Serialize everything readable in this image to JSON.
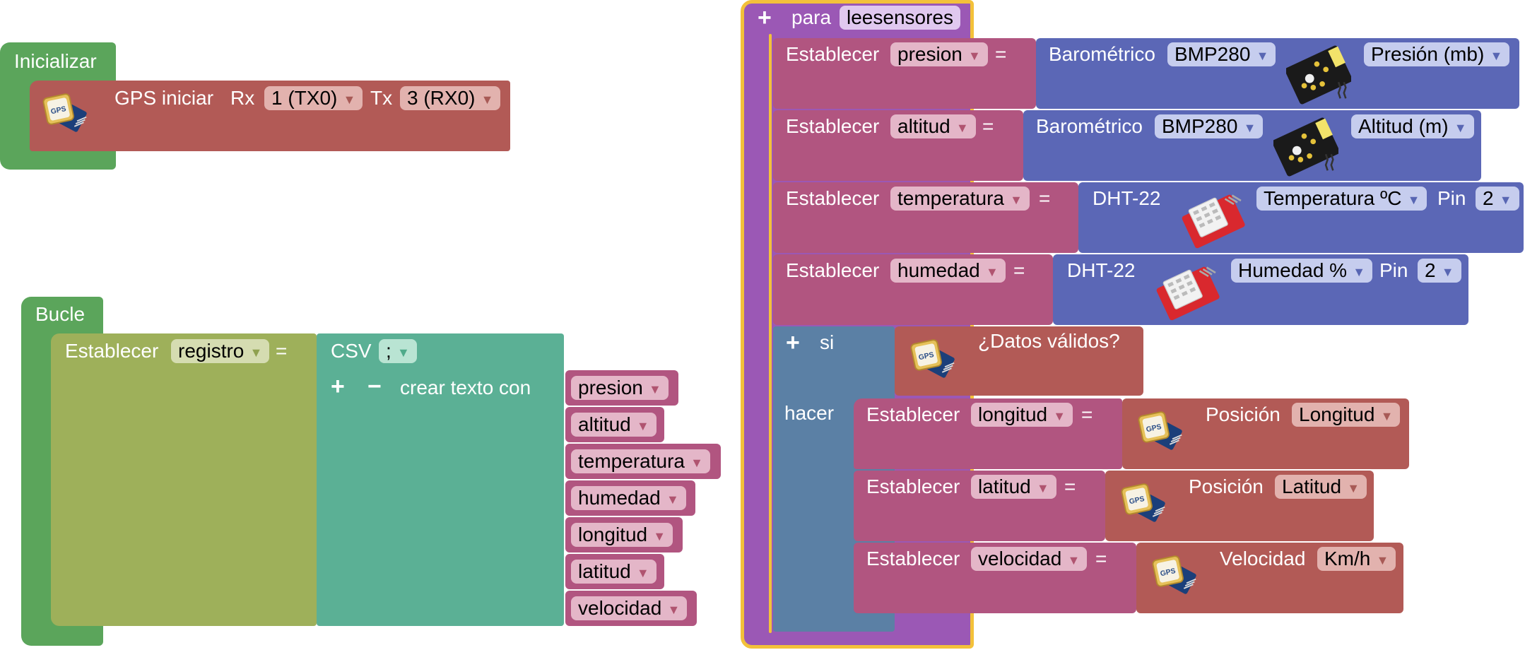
{
  "init_block": {
    "hat_label": "Inicializar",
    "gps": {
      "label": "GPS iniciar",
      "rx_label": "Rx",
      "rx_value": "1 (TX0)",
      "tx_label": "Tx",
      "tx_value": "3 (RX0)"
    }
  },
  "loop_block": {
    "hat_label": "Bucle",
    "set_label": "Establecer",
    "var_name": "registro",
    "equals": "=",
    "csv_label": "CSV",
    "csv_separator": ";",
    "plus": "+",
    "minus": "−",
    "create_text_label": "crear texto con",
    "items": [
      "presion",
      "altitud",
      "temperatura",
      "humedad",
      "longitud",
      "latitud",
      "velocidad"
    ]
  },
  "procedure": {
    "keyword": "para",
    "name": "leesensores",
    "plus": "+",
    "rows": [
      {
        "set": "Establecer",
        "var": "presion",
        "eq": "=",
        "sensor": "Barométrico",
        "model": "BMP280",
        "measure": "Presión (mb)"
      },
      {
        "set": "Establecer",
        "var": "altitud",
        "eq": "=",
        "sensor": "Barométrico",
        "model": "BMP280",
        "measure": "Altitud (m)"
      },
      {
        "set": "Establecer",
        "var": "temperatura",
        "eq": "=",
        "sensor": "DHT-22",
        "measure": "Temperatura ºC",
        "pin_label": "Pin",
        "pin": "2"
      },
      {
        "set": "Establecer",
        "var": "humedad",
        "eq": "=",
        "sensor": "DHT-22",
        "measure": "Humedad %",
        "pin_label": "Pin",
        "pin": "2"
      }
    ],
    "if_block": {
      "plus": "+",
      "if_label": "si",
      "condition": "¿Datos válidos?",
      "do_label": "hacer",
      "rows": [
        {
          "set": "Establecer",
          "var": "longitud",
          "eq": "=",
          "label": "Posición",
          "value": "Longitud"
        },
        {
          "set": "Establecer",
          "var": "latitud",
          "eq": "=",
          "label": "Posición",
          "value": "Latitud"
        },
        {
          "set": "Establecer",
          "var": "velocidad",
          "eq": "=",
          "label": "Velocidad",
          "value": "Km/h"
        }
      ]
    }
  },
  "gps_chip_text": "GPS",
  "colors": {
    "events": "#5ba55b",
    "variables": "#b15580",
    "gps": "#b25a56",
    "sensors": "#5b67b6",
    "text": "#5bb095",
    "procedure": "#9b58b5",
    "logic": "#5b80a5",
    "selected_outline": "#f3c13a"
  }
}
